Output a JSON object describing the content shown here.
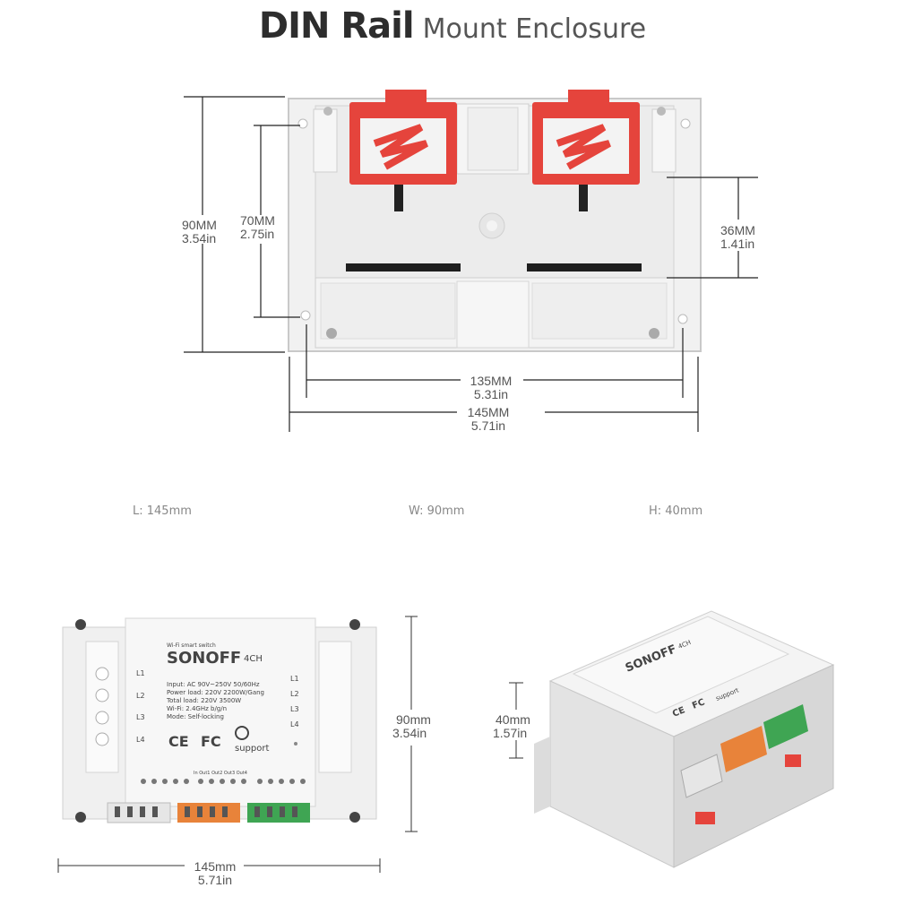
{
  "title": {
    "bold": "DIN Rail",
    "light": "Mount Enclosure"
  },
  "top_dims": {
    "height_total": {
      "mm": "90MM",
      "in": "3.54in"
    },
    "height_mount": {
      "mm": "70MM",
      "in": "2.75in"
    },
    "rail_gap": {
      "mm": "36MM",
      "in": "1.41in"
    },
    "width_mount": {
      "mm": "135MM",
      "in": "5.31in"
    },
    "width_total": {
      "mm": "145MM",
      "in": "5.71in"
    }
  },
  "specs": {
    "length": "L: 145mm",
    "width": "W: 90mm",
    "height": "H: 40mm"
  },
  "front_view": {
    "height": {
      "mm": "90mm",
      "in": "3.54in"
    },
    "width": {
      "mm": "145mm",
      "in": "5.71in"
    },
    "label_header": "Wi-Fi smart switch",
    "brand": "SONOFF",
    "model": "4CH",
    "spec_lines": [
      "Input: AC 90V~250V 50/60Hz",
      "Power load: 220V 2200W/Gang",
      "Total load: 220V 3500W",
      "Wi-Fi: 2.4GHz b/g/n",
      "Mode: Self-locking"
    ],
    "left_channels": [
      "L1",
      "L2",
      "L3",
      "L4"
    ],
    "right_channels": [
      "L1",
      "L2",
      "L3",
      "L4"
    ],
    "cert": [
      "CE",
      "FC"
    ],
    "support": "support",
    "terminal_header": "In  Out1 Out2 Out3 Out4"
  },
  "iso_view": {
    "height": {
      "mm": "40mm",
      "in": "1.57in"
    },
    "brand": "SONOFF",
    "model": "4CH",
    "cert": [
      "CE",
      "FC"
    ],
    "support": "support"
  },
  "colors": {
    "clip_red": "#e5443c",
    "orange_terminal": "#e8833a",
    "green_terminal": "#3fa553",
    "body": "#ececec"
  }
}
